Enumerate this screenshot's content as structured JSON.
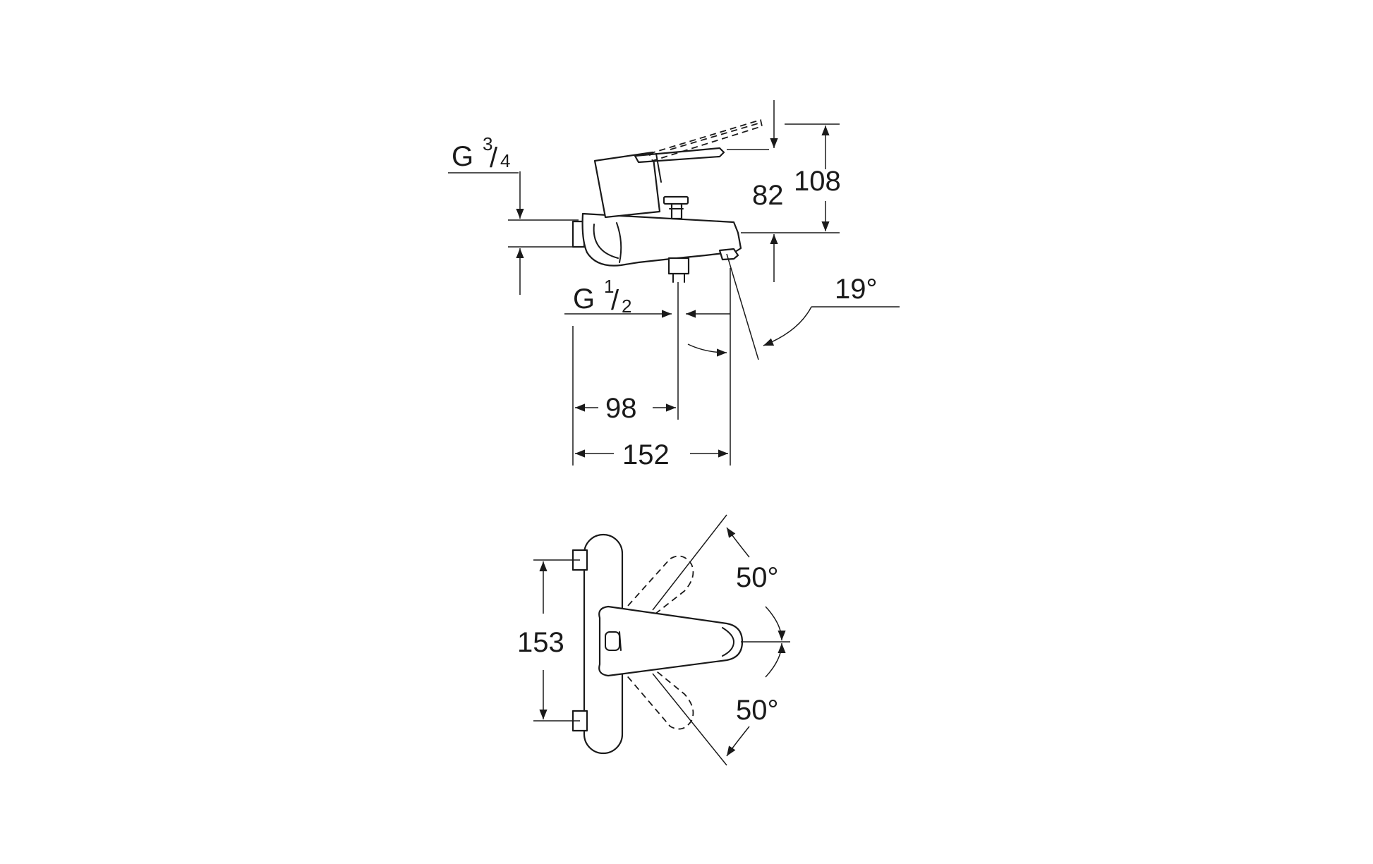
{
  "side_view": {
    "inlet_label": {
      "prefix": "G",
      "num": "3",
      "den": "4"
    },
    "outlet_label": {
      "prefix": "G",
      "num": "1",
      "den": "2"
    },
    "height_lever": "82",
    "height_total": "108",
    "spout_angle": "19°",
    "spout_reach": "98",
    "total_depth": "152"
  },
  "top_view": {
    "centers": "153",
    "swivel_up": "50°",
    "swivel_down": "50°"
  }
}
